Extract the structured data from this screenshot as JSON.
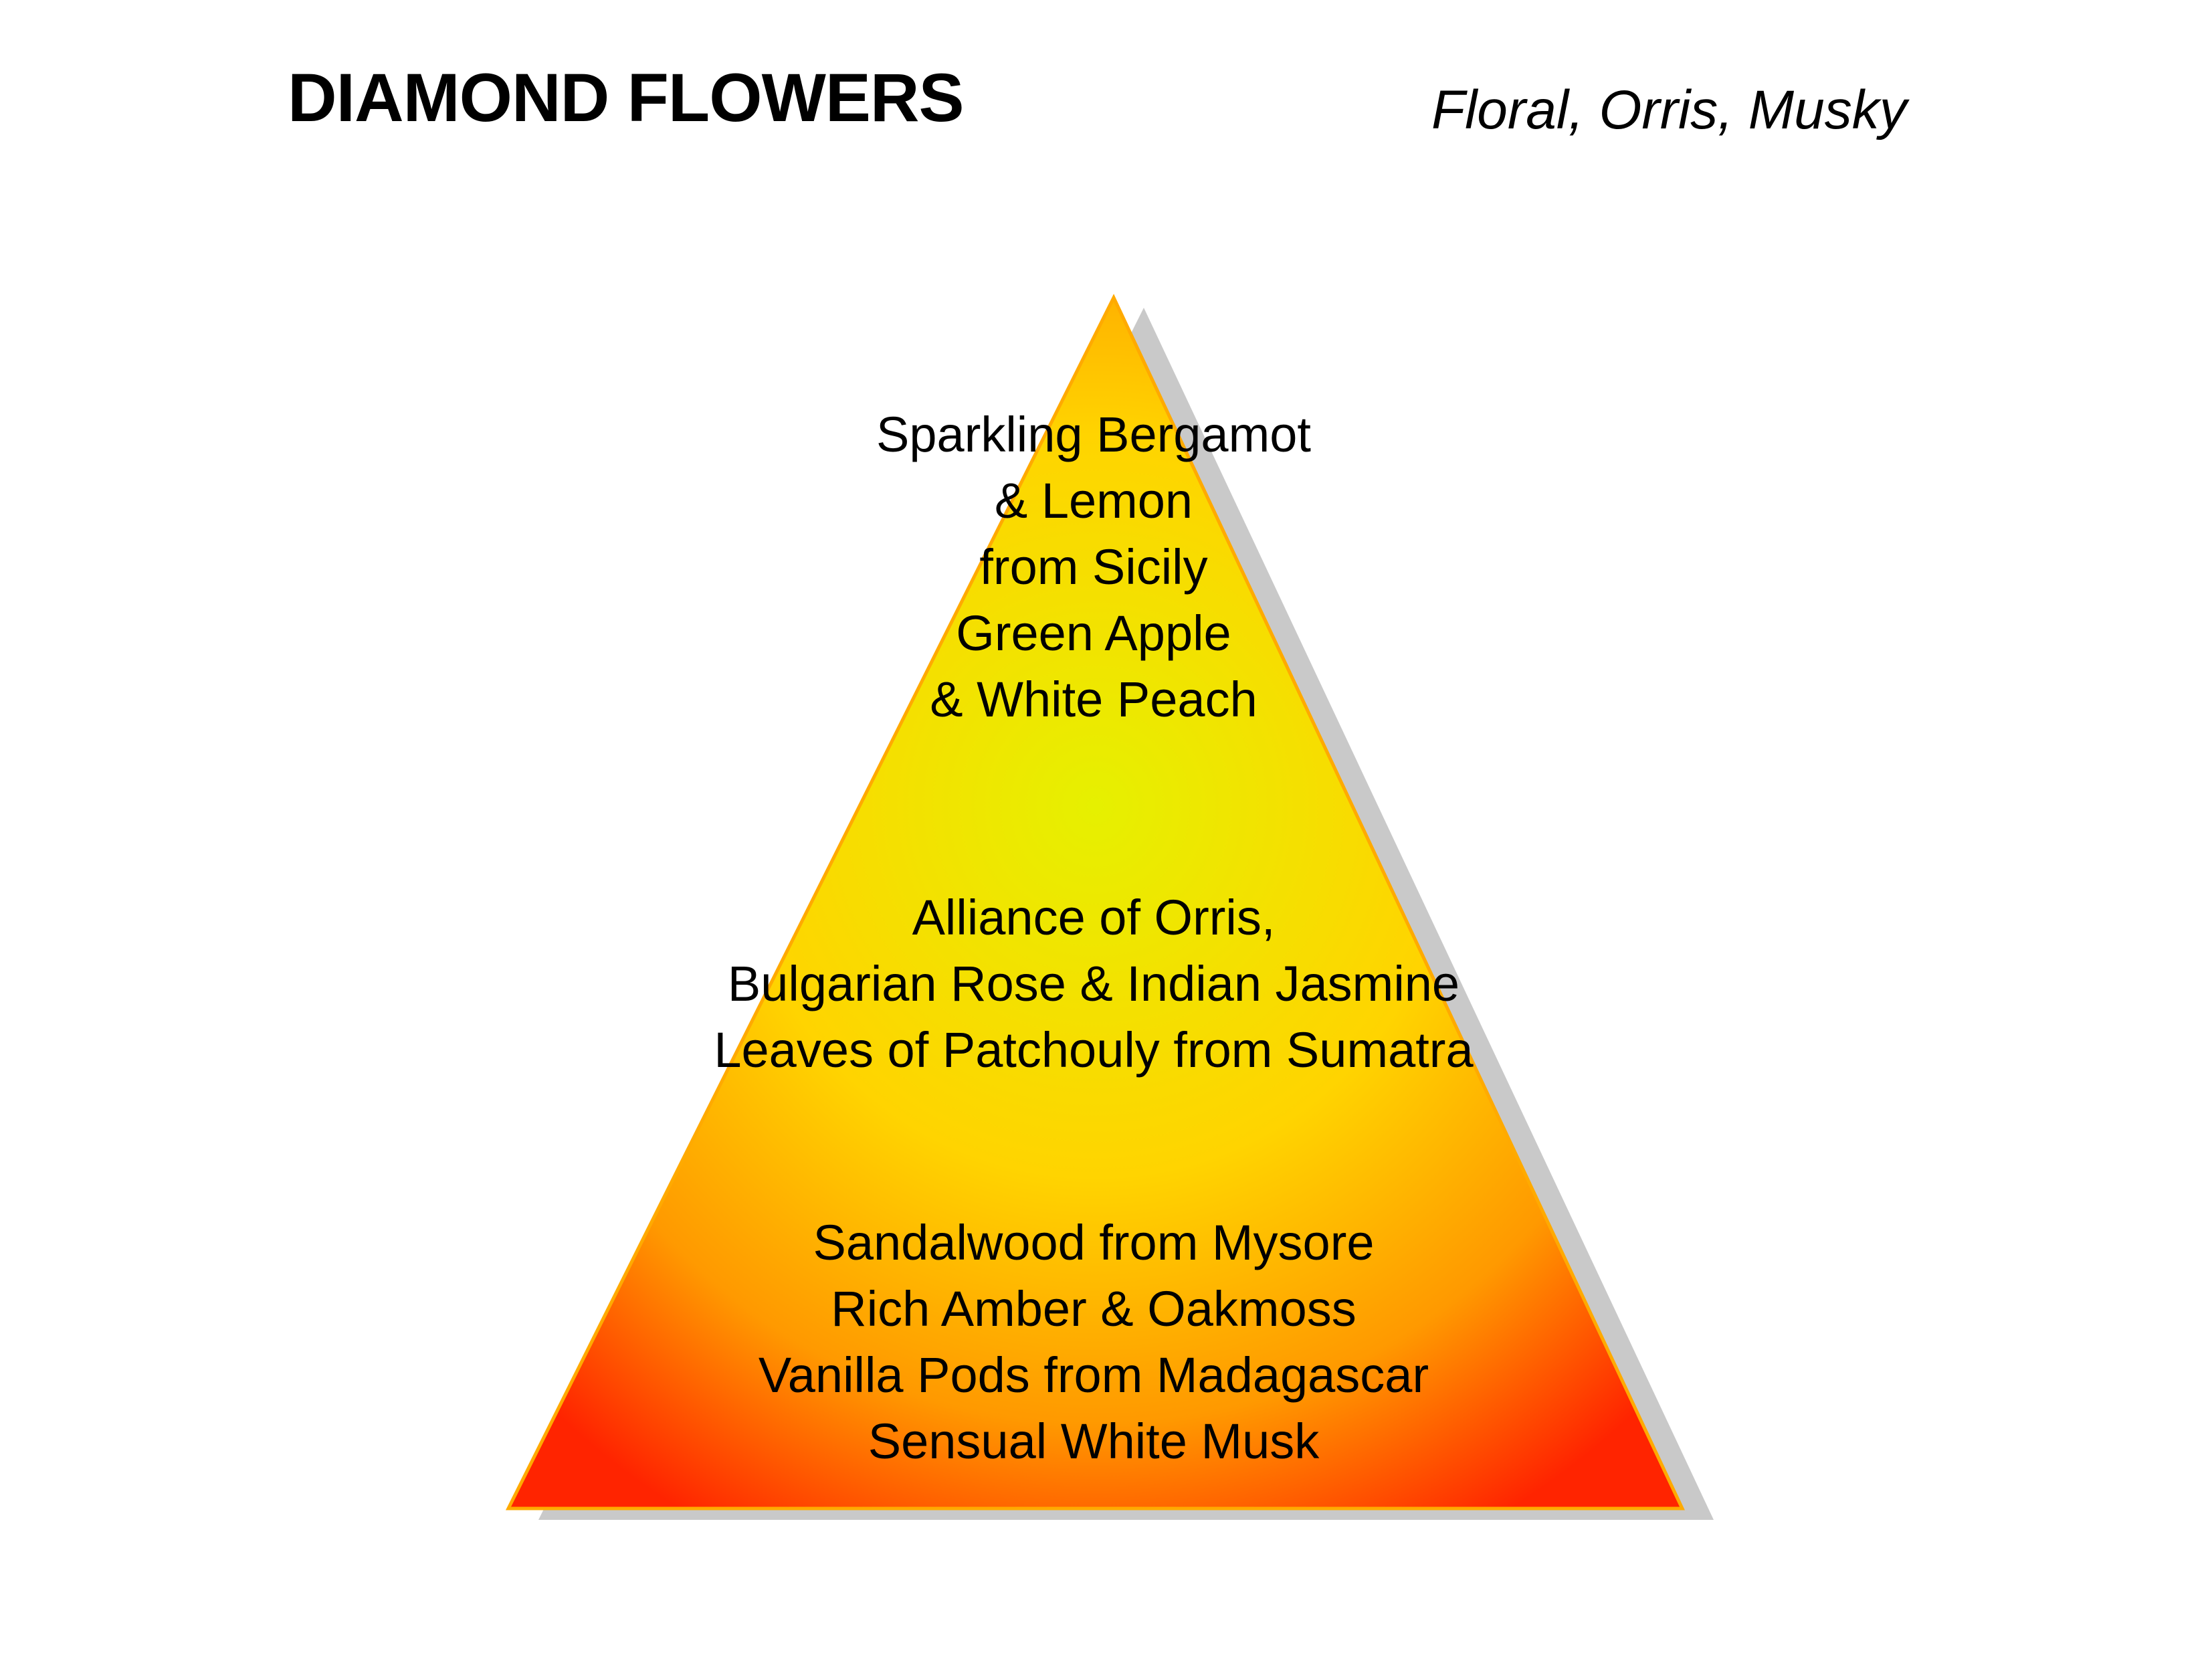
{
  "header": {
    "title": "DIAMOND FLOWERS",
    "subtitle": "Floral, Orris, Musky"
  },
  "pyramid": {
    "top_notes": {
      "lines": [
        "Sparkling Bergamot",
        "& Lemon",
        "from Sicily",
        "Green Apple",
        "& White Peach"
      ]
    },
    "heart_notes": {
      "lines": [
        "Alliance of Orris,",
        "Bulgarian Rose & Indian Jasmine",
        "Leaves of Patchouly from Sumatra"
      ]
    },
    "base_notes": {
      "lines": [
        "Sandalwood from Mysore",
        "Rich Amber & Oakmoss",
        "Vanilla Pods from Madagascar",
        "Sensual White Musk"
      ]
    },
    "gradient": {
      "center": "#e6f000",
      "mid": "#ffd400",
      "outer": "#ff9900",
      "edge": "#ff2400"
    },
    "border_color": "#ffaa00",
    "shadow_color": "#c9c9c9"
  }
}
